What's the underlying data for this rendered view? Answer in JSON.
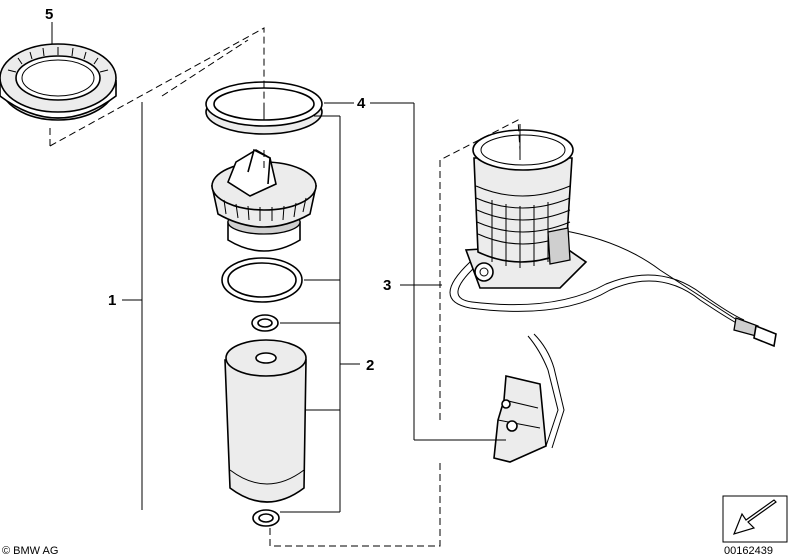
{
  "callouts": {
    "c1": "1",
    "c2": "2",
    "c3": "3",
    "c4": "4",
    "c5": "5"
  },
  "footer": {
    "copyright": "© BMW AG",
    "diagram_number": "00162439"
  },
  "icons": {
    "direction_marker": "arrow-direction-icon"
  }
}
